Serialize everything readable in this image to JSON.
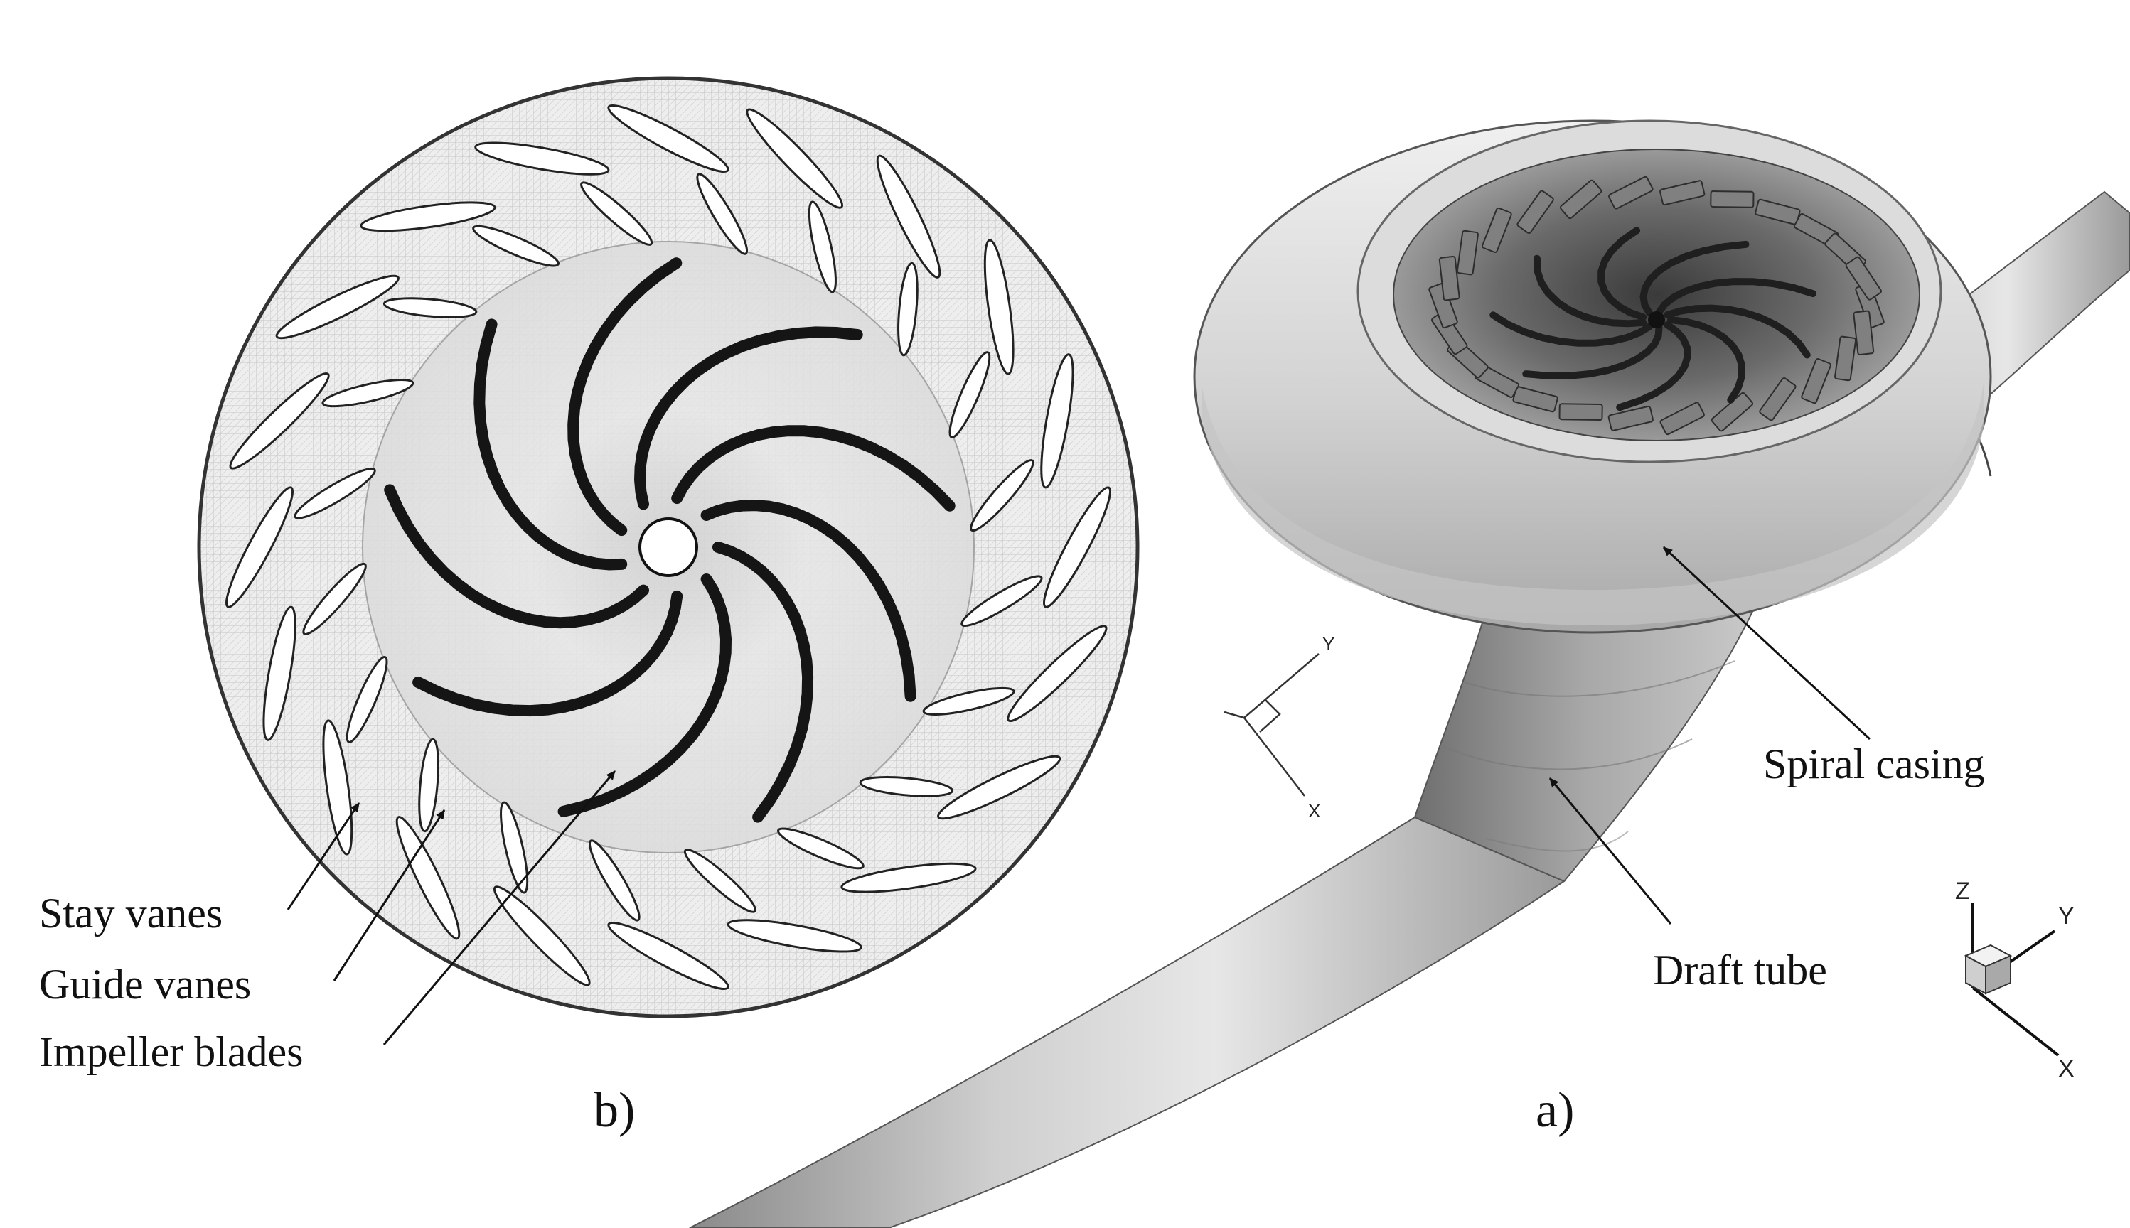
{
  "panel_a": {
    "label": "a)",
    "callouts": {
      "spiral_casing": "Spiral casing",
      "draft_tube": "Draft tube"
    },
    "axis_triad_3d": {
      "z": "Z",
      "y": "Y",
      "x": "X"
    },
    "axis_triad_2d": {
      "y": "Y",
      "x": "X"
    }
  },
  "panel_b": {
    "label": "b)",
    "callouts": {
      "stay_vanes": "Stay vanes",
      "guide_vanes": "Guide vanes",
      "impeller_blades": "Impeller blades"
    }
  },
  "colors": {
    "background": "#ffffff",
    "mesh_light": "#e9e9e9",
    "mesh_mid": "#bdbdbd",
    "mesh_dark": "#3a3a3a",
    "ink": "#111111"
  }
}
